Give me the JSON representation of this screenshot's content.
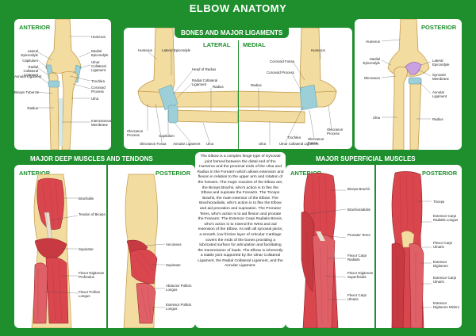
{
  "title": "ELBOW ANATOMY",
  "top_left": {
    "heading": "ANTERIOR",
    "labels": {
      "humerus": "Humerus",
      "lateral_epicondyle": "Lateral Epicondyle",
      "medial_epicondyle": "Medial Epicondyle",
      "capitulum": "Capitulum",
      "radial_collateral": "Radial Collateral Ligament",
      "ulnar_collateral": "Ulnar Collateral Ligament",
      "annular": "Annular Ligament",
      "trochlea": "Trochlea",
      "coronoid": "Coronoid Process",
      "biceps_tubercle": "Biceps Tubercle",
      "ulna": "Ulna",
      "radius": "Radius",
      "interosseous": "Interosseous Membrane"
    }
  },
  "top_center": {
    "heading": "BONES AND MAJOR LIGAMENTS",
    "lateral": {
      "heading": "LATERAL",
      "labels": {
        "humerus": "Humerus",
        "lateral_epicondyle": "Lateral Epicondyle",
        "head_radius": "Head of Radius",
        "radial_collateral": "Radial Collateral Ligament",
        "radius": "Radius",
        "olecranon_process": "Olecranon Process",
        "capitulum": "Capitulum",
        "olecranon_fossa": "Olecranon Fossa",
        "annular": "Annular Ligament",
        "ulna": "Ulna"
      }
    },
    "medial": {
      "heading": "MEDIAL",
      "labels": {
        "humerus": "Humerus",
        "coronoid_fossa": "Coronoid Fossa",
        "coronoid_process": "Coronoid Process",
        "radius": "Radius",
        "olecranon_process": "Olecranon Process",
        "olecranon_fossa": "Olecranon Fossa",
        "ulnar_collateral": "Ulnar Collateral Ligament",
        "trochlea": "Trochlea",
        "ulna": "Ulna"
      }
    }
  },
  "top_right": {
    "heading": "POSTERIOR",
    "labels": {
      "humerus": "Humerus",
      "medial_epicondyle": "Medial Epicondyle",
      "lateral_epicondyle": "Lateral Epicondyle",
      "olecranon": "Olecranon",
      "synovial": "Synovial Membrane",
      "annular": "Annular Ligament",
      "ulna": "Ulna",
      "radius": "Radius"
    }
  },
  "bottom_left": {
    "heading": "MAJOR DEEP MUSCLES AND TENDONS",
    "anterior": "ANTERIOR",
    "posterior": "POSTERIOR",
    "labels": {
      "brachialis": "Brachialis",
      "tendon_biceps": "Tendon of Biceps",
      "supinator": "Supinator",
      "fdp": "Flexor Digitorum Profundus",
      "fpl": "Flexor Pollicis Longus",
      "anconeus": "Anconeus",
      "supinator2": "Supinator",
      "apl": "Abductor Pollicis Longus",
      "epl": "Extensor Pollicis Longus"
    }
  },
  "bottom_right": {
    "heading": "MAJOR SUPERFICIAL MUSCLES",
    "anterior": "ANTERIOR",
    "posterior": "POSTERIOR",
    "labels": {
      "biceps": "Biceps Brachii",
      "brachioradialis": "Brachioradialis",
      "pronator": "Pronator Teres",
      "fcr": "Flexor Carpi Radialis",
      "fds": "Flexor Digitorum Superficialis",
      "fcu": "Flexor Carpi Ulnaris",
      "triceps": "Triceps",
      "ecrl": "Extensor Carpi Radialis Longus",
      "fcu2": "Flexor Carpi Ulnaris",
      "ed": "Extensor Digitorum",
      "ecu": "Extensor Carpi Ulnaris",
      "edm": "Extensor Digitorum Minimi"
    }
  },
  "description": "The Elbow is a complex hinge type of Synovial joint formed between the distal end of the Humerus and the proximal ends of the Ulna and Radius in the Forearm which allows extension and flexion in relation to the upper arm and rotation of the forearm. The major muscles of the Elbow are; the Biceps Brachii, who's action is to flex the Elbow and supinate the Forearm. The Triceps Brachii, the main extensor of the Elbow. The Brachioradialis, who's action is to flex the Elbow and aid pronation and supination. The Pronator Teres, who's action is to aid flexion and pronate the Forearm. The Extensor Carpi Radialis Brevis, who's action is to extend the Wrist and aid extension of the Elbow. As with all synovial joints; a smooth, low friction layer of Articular Cartilage covers the ends of the bones providing a lubricated surface for articulation and facilitating the transmission of loads. The Elbow is inherently a stable joint supported by the Ulnar Collateral Ligament, the Radial Collateral Ligament, and the Annular Ligament.",
  "colors": {
    "green": "#1f8f2e",
    "bone": "#f2dca0",
    "bone_shade": "#d9b56b",
    "ligament": "#9ccfd8",
    "muscle": "#d9464e",
    "cartilage": "#c9a0e0"
  }
}
